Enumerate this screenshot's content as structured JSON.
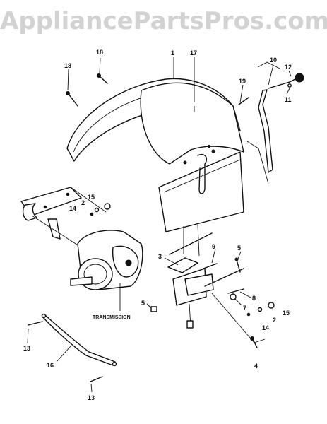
{
  "watermark": "AppliancePartsPros.com",
  "callouts": {
    "c1": "1",
    "c2a": "2",
    "c2b": "2",
    "c3": "3",
    "c4": "4",
    "c5a": "5",
    "c5b": "5",
    "c7": "7",
    "c8": "8",
    "c9": "9",
    "c10": "10",
    "c11": "11",
    "c12": "12",
    "c13a": "13",
    "c13b": "13",
    "c14a": "14",
    "c14b": "14",
    "c15a": "15",
    "c15b": "15",
    "c16": "16",
    "c17": "17",
    "c18a": "18",
    "c18b": "18",
    "c19": "19"
  },
  "labels": {
    "transmission": "TRANSMISSION"
  },
  "colors": {
    "ink": "#111111",
    "watermark": "#d2d2d2",
    "background": "#ffffff"
  }
}
